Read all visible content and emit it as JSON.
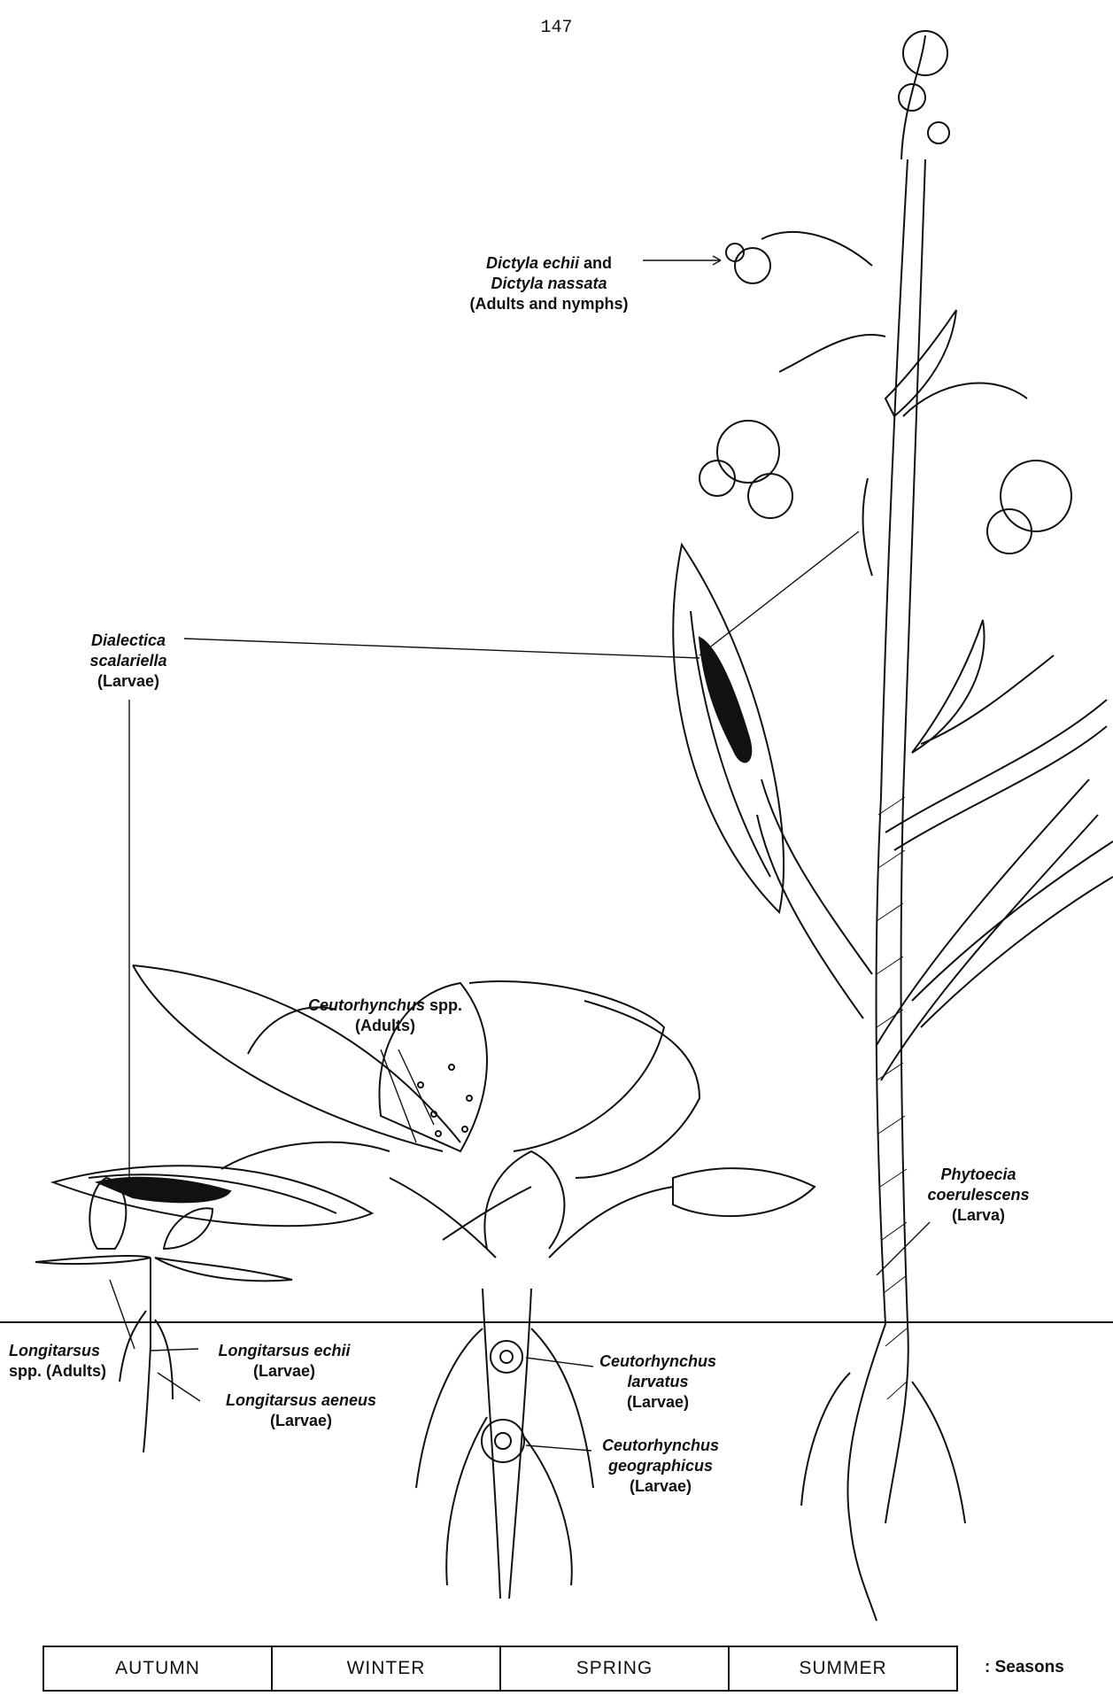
{
  "page_number": "147",
  "labels": {
    "dictyla": {
      "line1": "Dictyla echii",
      "line1b": " and",
      "line2": "Dictyla nassata",
      "line3": "(Adults and nymphs)"
    },
    "dialectica": {
      "line1": "Dialectica",
      "line2": "scalariella",
      "line3": "(Larvae)"
    },
    "ceutorhynchus_spp": {
      "line1a": "Ceutorhynchus",
      "line1b": " spp.",
      "line2": "(Adults)"
    },
    "phytoecia": {
      "line1": "Phytoecia",
      "line2": "coerulescens",
      "line3": "(Larva)"
    },
    "longitarsus_spp": {
      "line1": "Longitarsus",
      "line2": "spp. (Adults)"
    },
    "longitarsus_echii": {
      "line1": "Longitarsus echii",
      "line2": "(Larvae)"
    },
    "longitarsus_aeneus": {
      "line1": "Longitarsus aeneus",
      "line2": "(Larvae)"
    },
    "ceut_larvatus": {
      "line1": "Ceutorhynchus",
      "line2": "larvatus",
      "line3": "(Larvae)"
    },
    "ceut_geographicus": {
      "line1": "Ceutorhynchus",
      "line2": "geographicus",
      "line3": "(Larvae)"
    }
  },
  "seasons": [
    "AUTUMN",
    "WINTER",
    "SPRING",
    "SUMMER"
  ],
  "seasons_label": ": Seasons"
}
